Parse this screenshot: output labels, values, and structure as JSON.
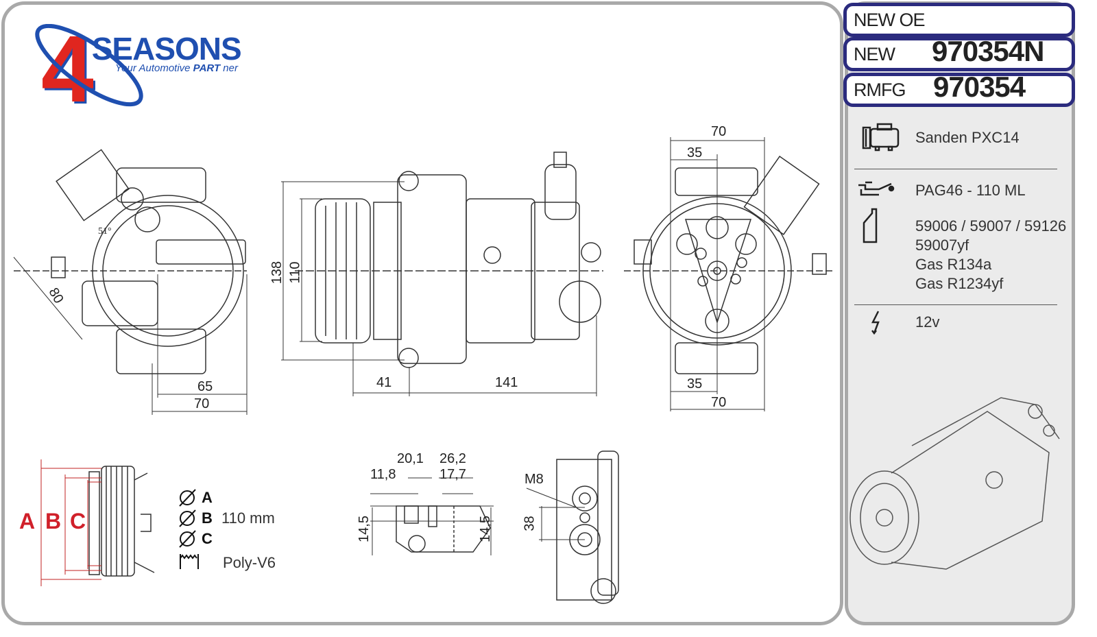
{
  "logo": {
    "brand": "4SEASONS",
    "tagline_prefix": "Your Automotive ",
    "tagline_bold": "PART",
    "tagline_suffix": " ner",
    "colors": {
      "blue": "#1f4fb0",
      "red": "#e0261f"
    }
  },
  "header": {
    "new_oe_label": "NEW OE",
    "new_label": "NEW",
    "new_number": "970354N",
    "rmfg_label": "RMFG",
    "rmfg_number": "970354"
  },
  "specs": {
    "compressor": "Sanden PXC14",
    "oil": "PAG46 - 110 ML",
    "oil_refs": "59006 / 59007 / 59126",
    "oil_ref_yf": "59007yf",
    "gas1": "Gas R134a",
    "gas2": "Gas R1234yf",
    "voltage": "12v"
  },
  "dimensions": {
    "left_view": {
      "diag": "80",
      "angle": "51°",
      "inner": "65",
      "outer": "70"
    },
    "side_view": {
      "height_outer": "138",
      "height_inner": "110",
      "front": "41",
      "body": "141"
    },
    "rear_view": {
      "top_outer": "70",
      "top_inner": "35",
      "bottom_inner": "35",
      "bottom_outer": "70"
    },
    "ports": {
      "a1": "20,1",
      "a2": "26,2",
      "b1": "11,8",
      "b2": "17,7",
      "h_left": "14,5",
      "h_right": "14,5"
    },
    "mount": {
      "thread": "M8",
      "spacing": "38"
    }
  },
  "pulley": {
    "letters": [
      "A",
      "B",
      "C"
    ],
    "diameter_a": "A",
    "diameter_b": "B",
    "diameter_c": "C",
    "diameter_b_value": "110 mm",
    "belt": "Poly-V6"
  },
  "colors": {
    "frame": "#a9a9a9",
    "header_border": "#2b2b7e",
    "panel_bg": "#ebebeb",
    "pulley_dims": "#d0202a"
  }
}
